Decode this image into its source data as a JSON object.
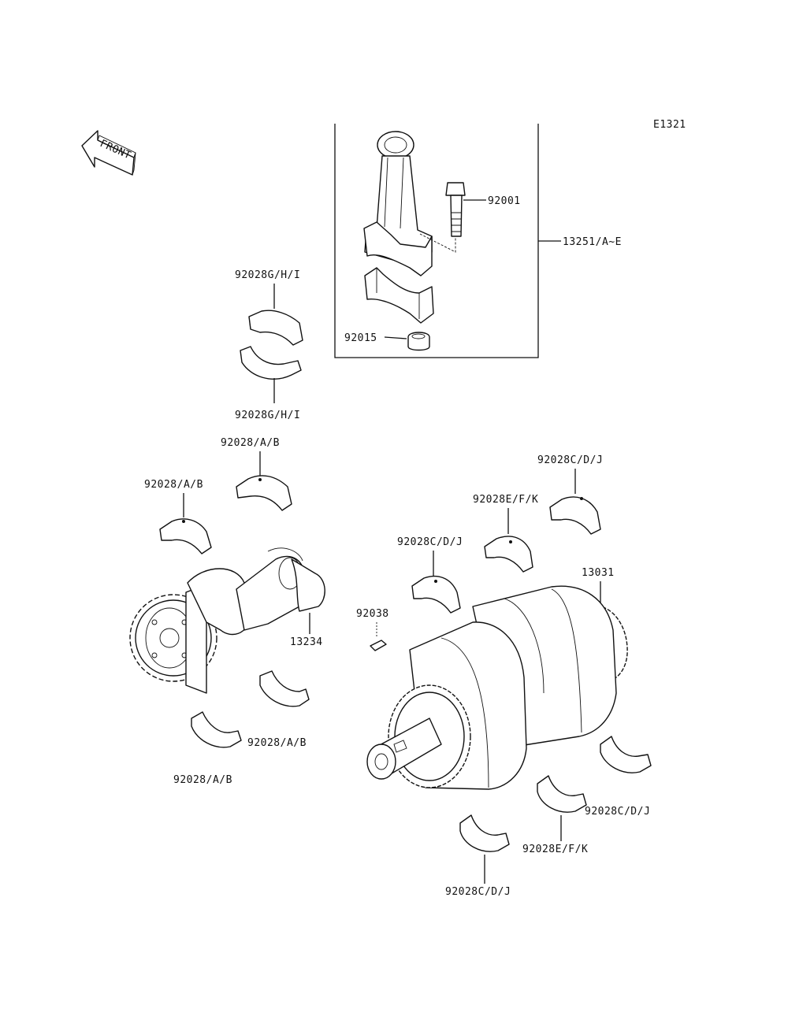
{
  "diagram_code": "E1321",
  "front_label": "FRONT",
  "labels": {
    "bolt": "92001",
    "conrod_assy": "13251/A~E",
    "nut": "92015",
    "conrod_bearing_top": "92028G/H/I",
    "conrod_bearing_bottom": "92028G/H/I",
    "balancer_bearing_upper_right": "92028/A/B",
    "balancer_bearing_upper_left": "92028/A/B",
    "balancer_shaft": "13234",
    "balancer_bearing_lower_right": "92028/A/B",
    "balancer_bearing_lower_left": "92028/A/B",
    "main_bearing_top_right": "92028C/D/J",
    "main_bearing_top_mid": "92028E/F/K",
    "main_bearing_top_left": "92028C/D/J",
    "crankshaft": "13031",
    "key": "92038",
    "main_bearing_lower_right": "92028C/D/J",
    "main_bearing_lower_mid": "92028E/F/K",
    "main_bearing_lower_left": "92028C/D/J"
  }
}
